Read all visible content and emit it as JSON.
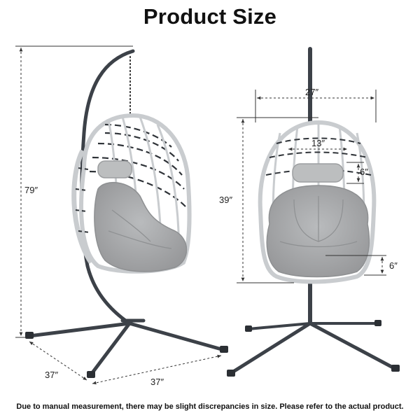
{
  "title": "Product Size",
  "dimensions": {
    "total_height": "79″",
    "base_depth": "37″",
    "base_width": "37″",
    "basket_width": "27″",
    "basket_height": "39″",
    "pillow_width": "13″",
    "pillow_height": "6″",
    "cushion_thickness": "6″"
  },
  "footnote": "Due to manual measurement, there may be slight discrepancies in size. Please refer to the actual product.",
  "colors": {
    "frame": "#3c4148",
    "wicker": "#c9cccf",
    "cushion": "#a9abad",
    "dimension_line": "#333333"
  }
}
